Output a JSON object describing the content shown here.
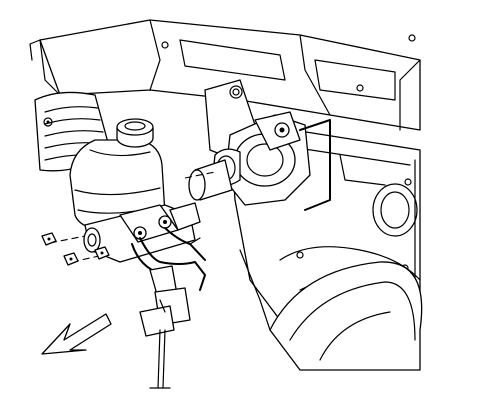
{
  "diagram": {
    "kind": "line-art-illustration",
    "parts": [
      "engine-compartment-frame",
      "brake-booster",
      "master-cylinder",
      "brake-fluid-reservoir",
      "reservoir-cap",
      "brake-lines",
      "wiring-connector",
      "mounting-nuts",
      "direction-arrow"
    ],
    "direction_arrow": {
      "icon": "arrow-icon",
      "pointing": "down-left"
    },
    "colors": {
      "line": "#000000",
      "background": "#ffffff"
    }
  }
}
